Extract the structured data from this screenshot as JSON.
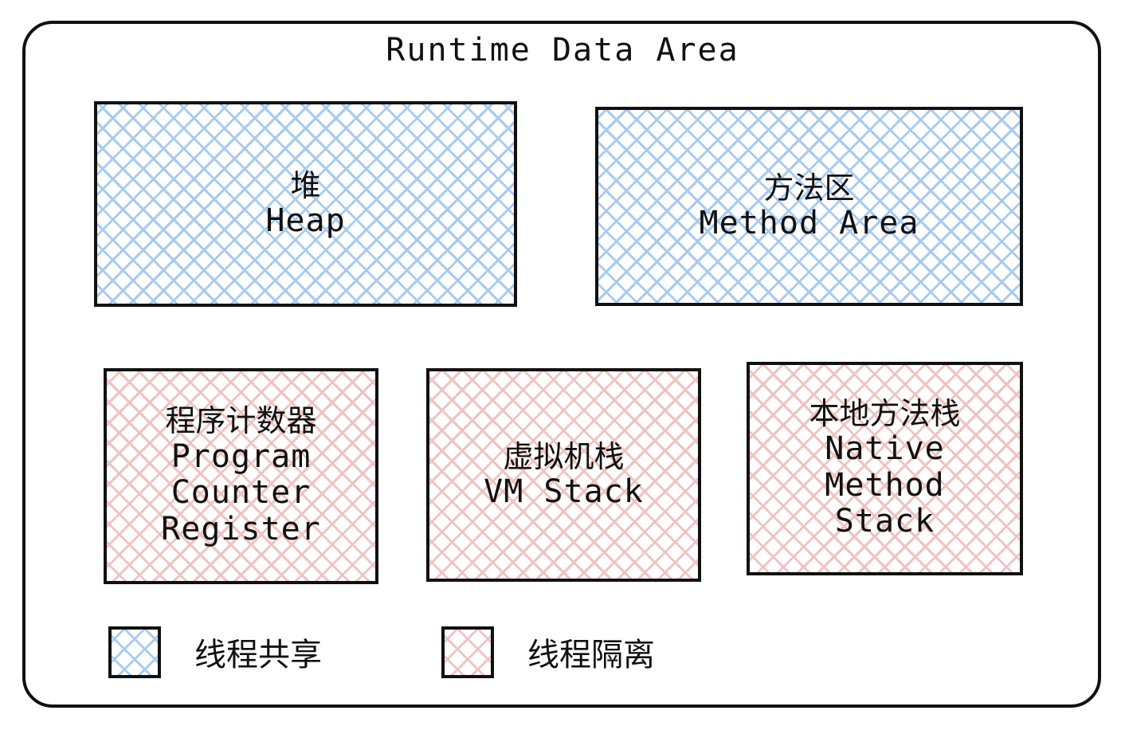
{
  "diagram": {
    "title": "Runtime Data Area",
    "regions": [
      {
        "id": "heap",
        "name_cn": "堆",
        "name_en": "Heap",
        "fill": "thread-shared",
        "color": "#a8cbee"
      },
      {
        "id": "method-area",
        "name_cn": "方法区",
        "name_en": "Method Area",
        "fill": "thread-shared",
        "color": "#a8cbee"
      },
      {
        "id": "program-counter-register",
        "name_cn": "程序计数器",
        "name_en": "Program\nCounter\nRegister",
        "fill": "thread-isolated",
        "color": "#efc3c3"
      },
      {
        "id": "vm-stack",
        "name_cn": "虚拟机栈",
        "name_en": "VM Stack",
        "fill": "thread-isolated",
        "color": "#efc3c3"
      },
      {
        "id": "native-method-stack",
        "name_cn": "本地方法栈",
        "name_en": "Native\nMethod\nStack",
        "fill": "thread-isolated",
        "color": "#efc3c3"
      }
    ],
    "legend": [
      {
        "id": "thread-shared",
        "label": "线程共享",
        "color": "#a8cbee"
      },
      {
        "id": "thread-isolated",
        "label": "线程隔离",
        "color": "#efc3c3"
      }
    ],
    "colors": {
      "stroke": "#111111",
      "background": "#ffffff",
      "shared_hatch": "#a8cbee",
      "isolated_hatch": "#efc3c3"
    }
  }
}
